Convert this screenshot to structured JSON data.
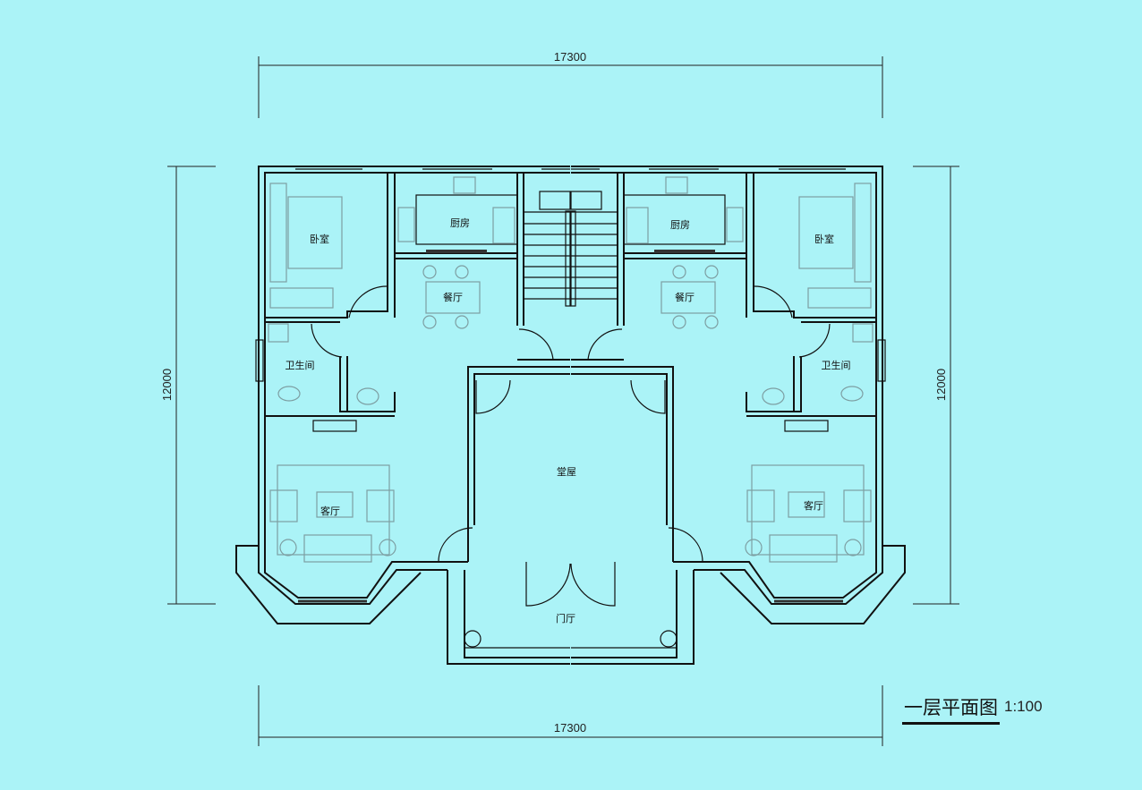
{
  "drawing": {
    "title": "一层平面图",
    "scale": "1:100",
    "dimensions": {
      "top": "17300",
      "bottom": "17300",
      "left": "12000",
      "right": "12000"
    },
    "rooms_left": {
      "bedroom": "卧室",
      "kitchen": "厨房",
      "dining": "餐厅",
      "bathroom": "卫生间",
      "living": "客厅"
    },
    "rooms_right": {
      "bedroom": "卧室",
      "kitchen": "厨房",
      "dining": "餐厅",
      "bathroom": "卫生间",
      "living": "客厅"
    },
    "rooms_center": {
      "main_hall": "堂屋",
      "entrance_hall": "门厅"
    }
  },
  "colors": {
    "background": "#abf3f7",
    "wall": "#111111",
    "furniture": "#7d9ea2"
  }
}
